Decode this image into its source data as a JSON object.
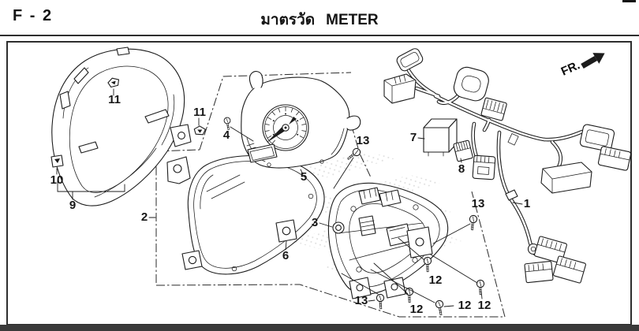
{
  "page": {
    "code": "F - 2",
    "title_thai": "มาตรวัด",
    "title_en": "METER"
  },
  "frame": {
    "direction_label": "FR."
  },
  "callouts": {
    "p1": "1",
    "p2": "2",
    "p3": "3",
    "p4": "4",
    "p5": "5",
    "p6": "6",
    "p7": "7",
    "p8": "8",
    "p9": "9",
    "p10": "10",
    "p11a": "11",
    "p11b": "11",
    "p12a": "12",
    "p12b": "12",
    "p12c": "12",
    "p12d": "12",
    "p13a": "13",
    "p13b": "13",
    "p13c": "13"
  },
  "colors": {
    "line": "#1c1c1c",
    "border": "#2e2e2e",
    "background": "#ffffff",
    "watermark": "#c9c9c9",
    "bar": "#3a3a3a"
  }
}
